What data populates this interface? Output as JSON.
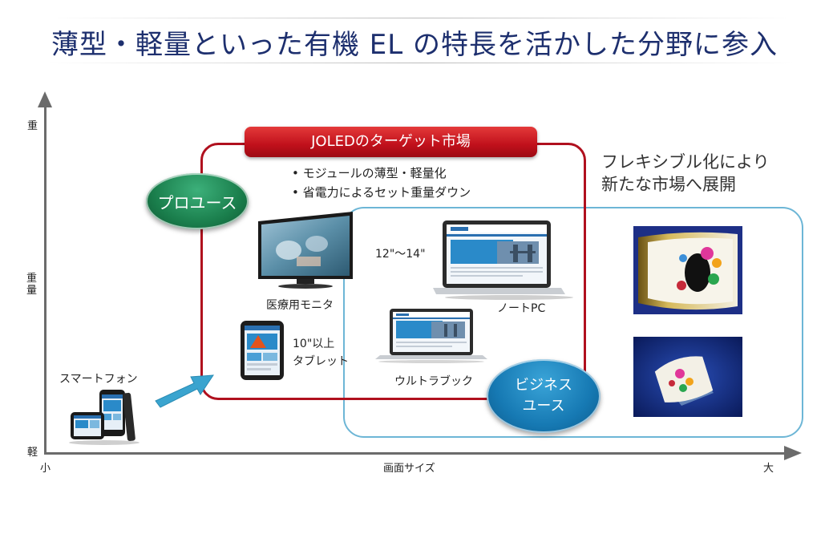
{
  "title": "薄型・軽量といった有機 EL の特長を活かした分野に参入",
  "axes": {
    "y_top": "重",
    "y_mid": "重量",
    "y_bottom": "軽",
    "x_left": "小",
    "x_mid": "画面サイズ",
    "x_right": "大"
  },
  "target_market": {
    "header": "JOLEDのターゲット市場",
    "bullets": [
      "• モジュールの薄型・軽量化",
      "• 省電力によるセット重量ダウン"
    ]
  },
  "pro_use": "プロユース",
  "business_use": [
    "ビジネス",
    "ユース"
  ],
  "devices": {
    "monitor": "医療用モニタ",
    "notebook_size": "12\"〜14\"",
    "notebook": "ノートPC",
    "tablet_size": "10\"以上",
    "tablet": "タブレット",
    "ultrabook": "ウルトラブック",
    "smartphone": "スマートフォン"
  },
  "flexible": [
    "フレキシブル化により",
    "新たな市場へ展開"
  ],
  "colors": {
    "title": "#1d2f6e",
    "red": "#b0101e",
    "green": "#1a7e4c",
    "blue": "#1679b3",
    "light_blue": "#6db6d6",
    "arrow": "#3aa4cf"
  }
}
